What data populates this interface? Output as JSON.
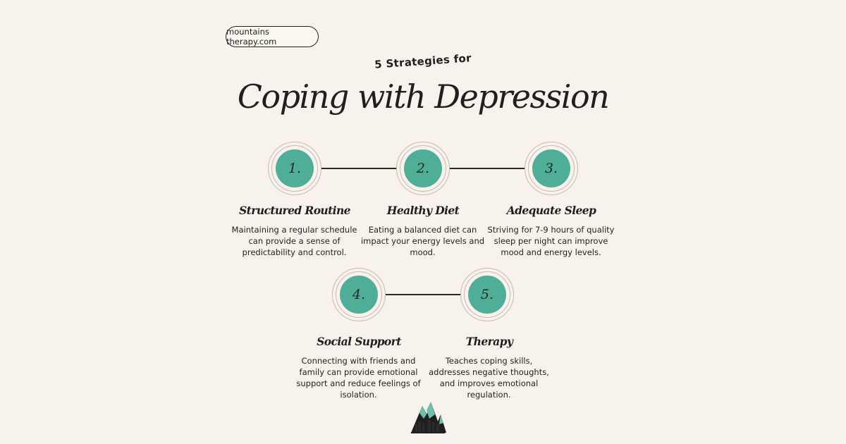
{
  "site": "mountains therapy.com",
  "subtitle": "5 Strategies for",
  "title": "Coping with Depression",
  "accent_color": "#4fae97",
  "strategies": [
    {
      "number": "1.",
      "title": "Structured Routine",
      "description": "Maintaining a regular schedule can provide a sense of predictability and control."
    },
    {
      "number": "2.",
      "title": "Healthy Diet",
      "description": "Eating a balanced diet can impact your energy levels and mood."
    },
    {
      "number": "3.",
      "title": "Adequate Sleep",
      "description": "Striving for 7-9 hours of quality sleep per night can improve mood and energy levels."
    },
    {
      "number": "4.",
      "title": "Social Support",
      "description": "Connecting with friends and family can provide emotional support and reduce feelings of isolation."
    },
    {
      "number": "5.",
      "title": "Therapy",
      "description": "Teaches coping skills, addresses negative thoughts, and improves emotional regulation."
    }
  ],
  "logo_icon": "mountain-logo-icon"
}
